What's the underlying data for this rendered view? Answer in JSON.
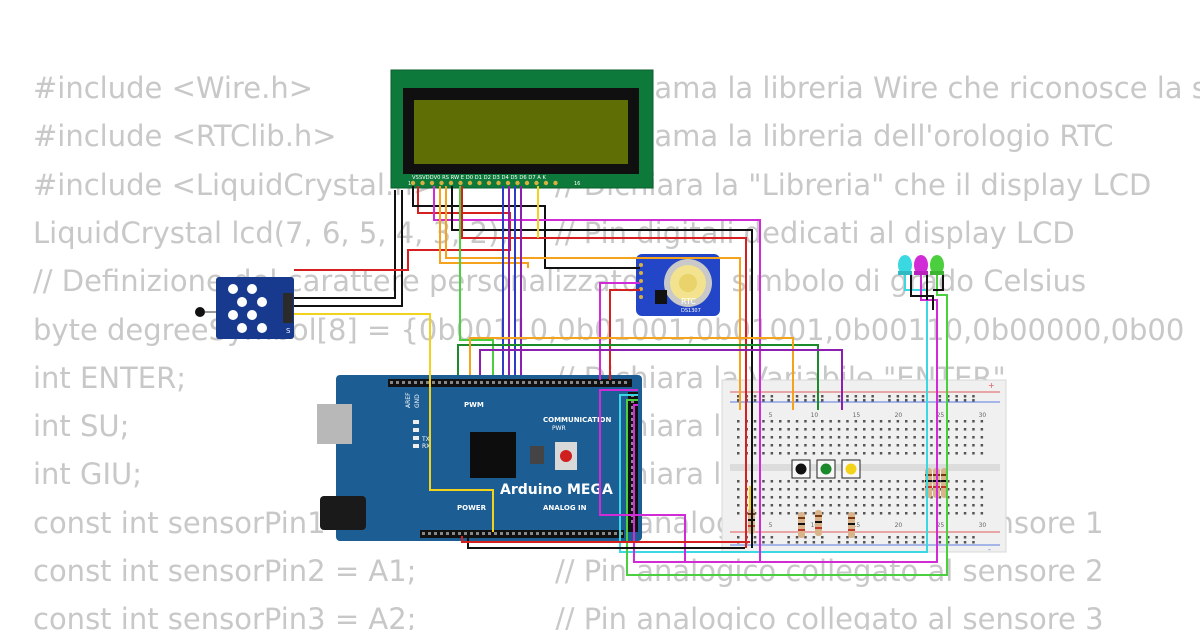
{
  "code": {
    "lines": [
      {
        "code": "#include <Wire.h>",
        "comment": "// Richiama la libreria Wire che riconosce la s"
      },
      {
        "code": "#include <RTClib.h>",
        "comment": "// Richiama la libreria dell'orologio RTC"
      },
      {
        "code": "#include <LiquidCrystal.h>",
        "comment": "// Dichiara la \"Libreria\" che il display LCD"
      },
      {
        "code": "LiquidCrystal lcd(7, 6, 5, 4, 3, 2);",
        "comment": "// Pin digitali dedicati al display LCD"
      },
      {
        "code": "// Definizione del carattere personalizzato per il simbolo di grado Celsius",
        "comment": ""
      },
      {
        "code": "byte degreeSymbol[8] = {0b00110,0b01001,0b01001,0b00110,0b00000,0b00",
        "comment": ""
      },
      {
        "code": "int ENTER;",
        "comment": "// Dichiara la Variabile \"ENTER\""
      },
      {
        "code": "int SU;",
        "comment": "// Dichiara la Variabile \"SU\""
      },
      {
        "code": "int GIU;",
        "comment": "// Dichiara la Variabile \"GIU\""
      },
      {
        "code": "const int sensorPin1 = A0;",
        "comment": "// Pin analogico collegato al sensore 1"
      },
      {
        "code": "const int sensorPin2 = A1;",
        "comment": "// Pin analogico collegato al sensore 2"
      },
      {
        "code": "const int sensorPin3 = A2;",
        "comment": "// Pin analogico collegato al sensore 3"
      }
    ]
  },
  "lcd": {
    "pin_labels": "VSSVDDV0 RS RW E  D0 D1 D2 D3 D4 D5 D6 D7  A   K",
    "pin_first": "1",
    "pin_last": "16"
  },
  "rtc": {
    "label": "RTC",
    "part": "DS1307"
  },
  "sensor": {
    "pin_label": "S"
  },
  "arduino": {
    "name": "Arduino MEGA",
    "pwm_label": "PWM",
    "communication_label": "COMMUNICATION",
    "power_label": "POWER",
    "analog_label": "ANALOG IN",
    "pwr_label": "PWR",
    "tx_label": "TX",
    "rx_label": "RX",
    "aref_label": "AREF",
    "gnd_label": "GND"
  },
  "breadboard": {
    "col_numbers": [
      "5",
      "10",
      "15",
      "20",
      "25",
      "30"
    ],
    "plus_label": "+",
    "minus_label": "-"
  },
  "colors": {
    "arduino_blue": "#1c5e93",
    "lcd_green": "#0d7a3b",
    "lcd_screen": "#5f6e05",
    "wire_red": "#d61f1f",
    "wire_black": "#111111",
    "wire_yellow": "#f2d21b",
    "wire_orange": "#f5a21d",
    "wire_green": "#4ccf3f",
    "wire_darkgreen": "#1a8a2a",
    "wire_purple": "#8c1fb0",
    "wire_magenta": "#d12bd8",
    "wire_cyan": "#3ad8e0",
    "wire_blue": "#2a3ec8"
  }
}
